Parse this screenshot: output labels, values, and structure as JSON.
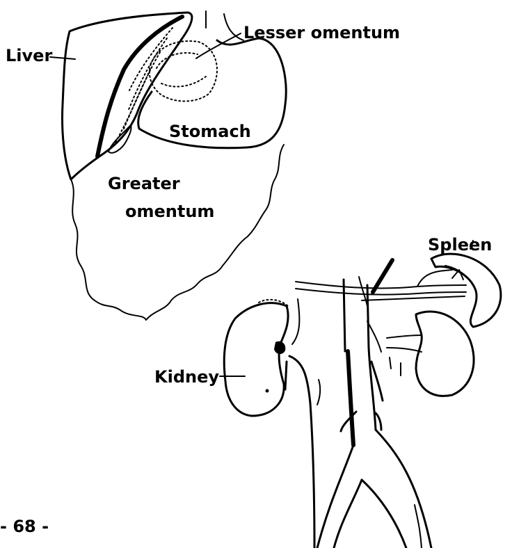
{
  "labels": {
    "liver": "Liver",
    "lesser_omentum": "Lesser omentum",
    "stomach": "Stomach",
    "greater_omentum_line1": "Greater",
    "greater_omentum_line2": "omentum",
    "spleen": "Spleen",
    "kidney": "Kidney"
  },
  "page_number": "- 68 -",
  "colors": {
    "ink": "#000000",
    "background": "#ffffff"
  }
}
